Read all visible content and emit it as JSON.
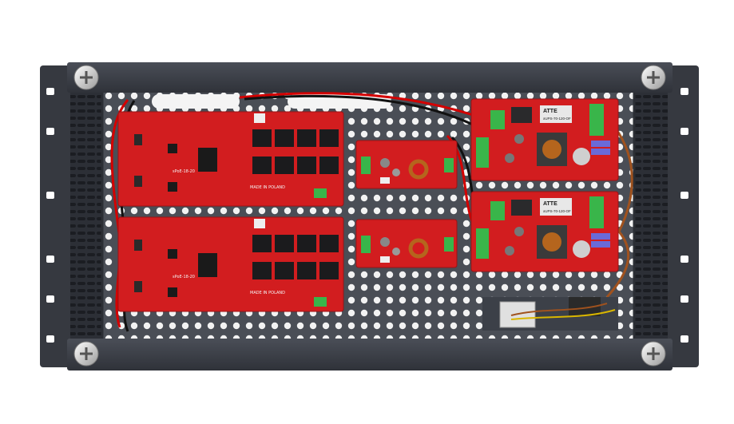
{
  "colors": {
    "chassis": "#3a3d45",
    "chassis_dark": "#262930",
    "backplate": "#464a52",
    "pcb_red": "#d21d1f",
    "rj45": "#1b1b1d",
    "terminal_green": "#39b54a",
    "heatsink": "#2a2a2c",
    "wire_red": "#d40000",
    "wire_black": "#111111",
    "wire_brown": "#a0521e"
  },
  "photo": {
    "poe_boards": [
      {
        "name": "poe-switch-board-top",
        "ports": 8,
        "label": "sPoE-18-20",
        "sub": "MADE IN POLAND"
      },
      {
        "name": "poe-switch-board-bottom",
        "ports": 8,
        "label": "sPoE-18-20",
        "sub": "MADE IN POLAND"
      }
    ],
    "converters": [
      {
        "name": "dc-converter-top"
      },
      {
        "name": "dc-converter-bottom"
      }
    ],
    "psu_modules": [
      {
        "name": "psu-module-top",
        "brand": "ATTE",
        "model": "xUPS-70-120-OF"
      },
      {
        "name": "psu-module-bottom",
        "brand": "ATTE",
        "model": "xUPS-70-120-OF"
      }
    ]
  }
}
